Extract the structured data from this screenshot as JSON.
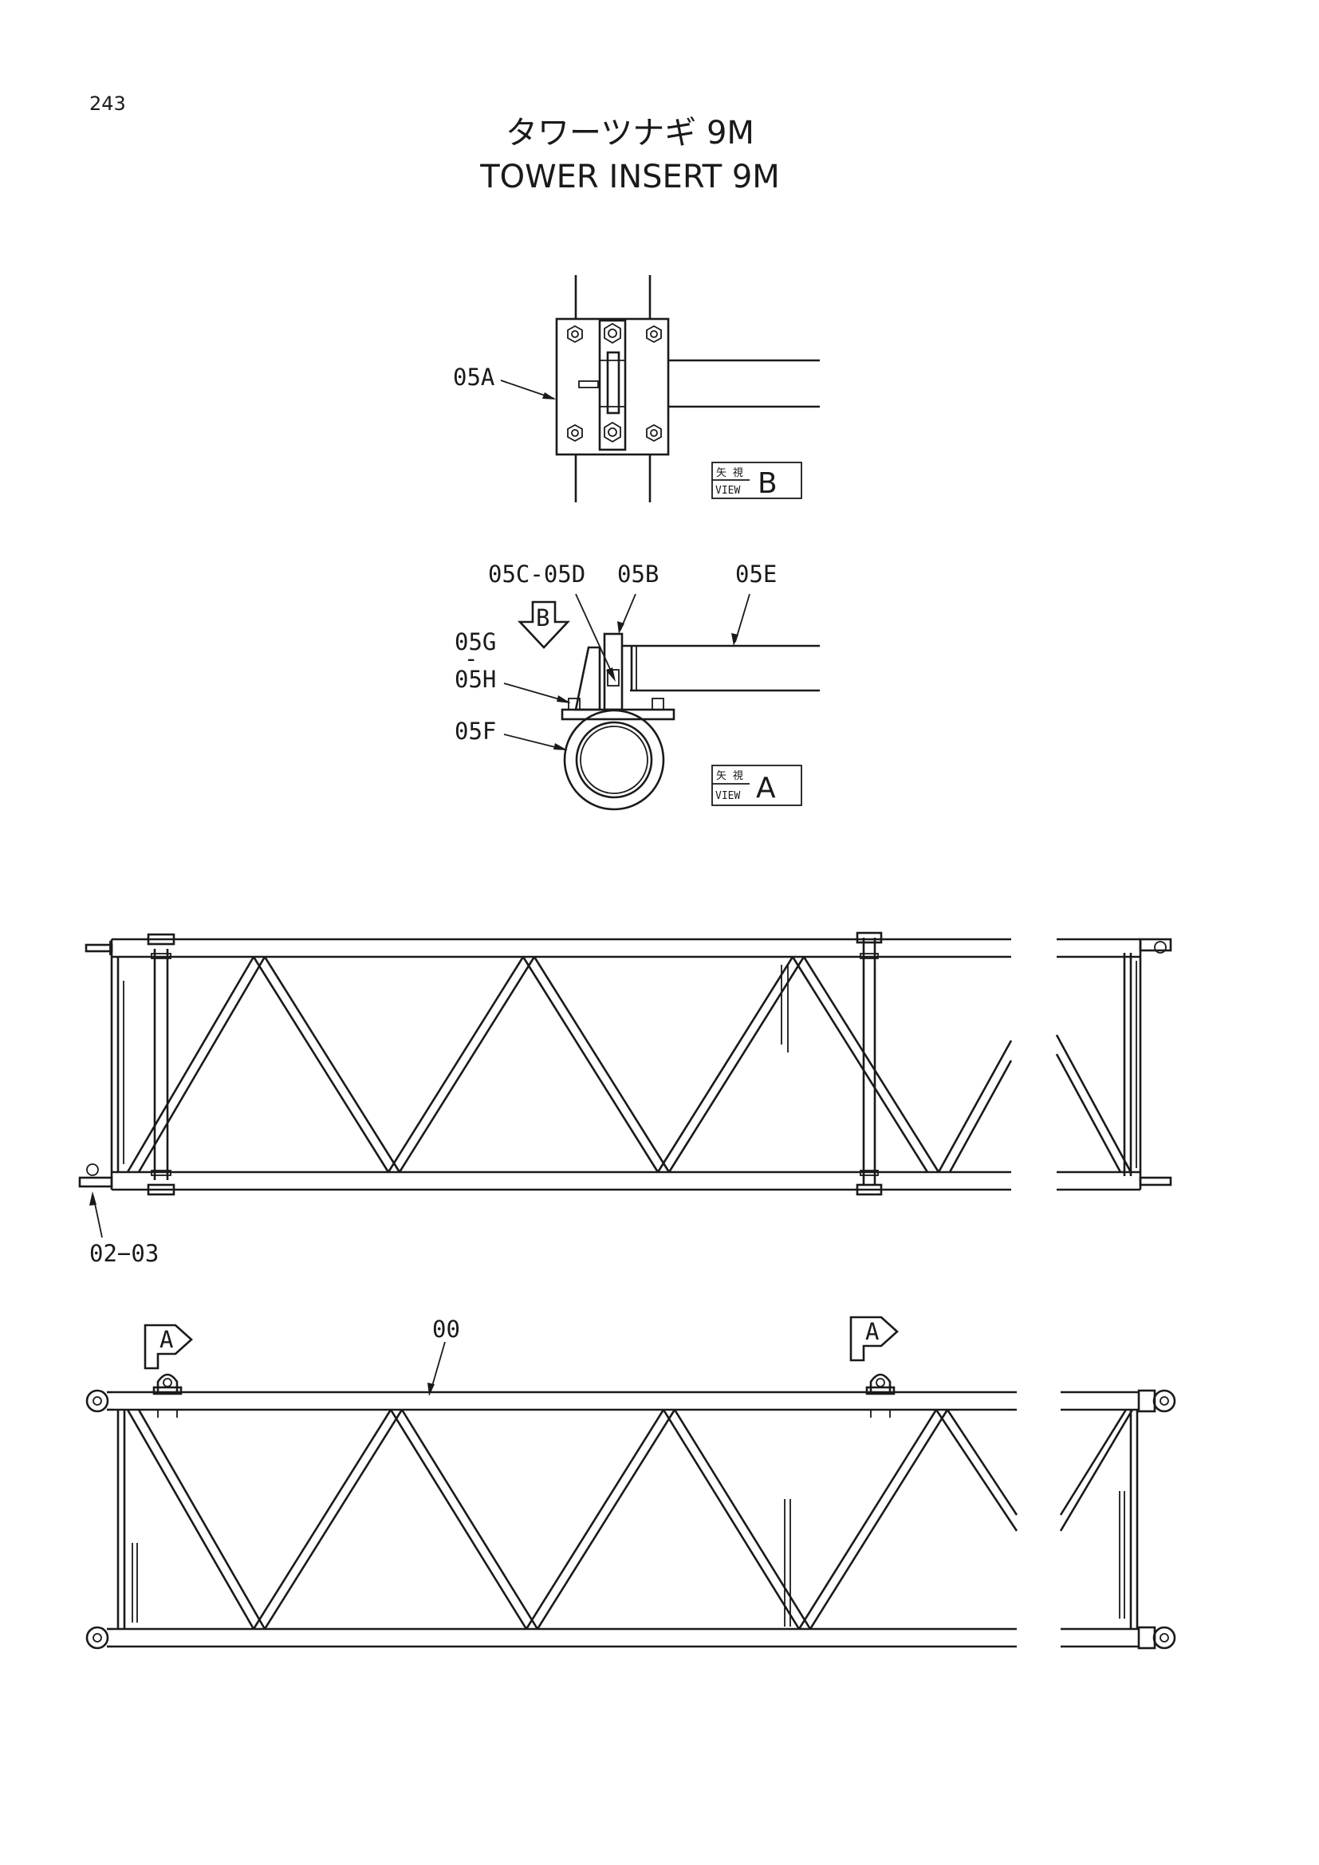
{
  "page_number": "243",
  "title_jp": "タワーツナギ 9M",
  "title_en": "TOWER INSERT 9M",
  "view_b": {
    "kanji": "矢 視",
    "word": "VIEW",
    "letter": "B"
  },
  "view_a": {
    "kanji": "矢 視",
    "word": "VIEW",
    "letter": "A"
  },
  "arrow_marker_b": "B",
  "arrow_marker_a": "A",
  "part_labels": {
    "p05a": "05A",
    "p05c_05d": "05C-05D",
    "p05b": "05B",
    "p05e": "05E",
    "p05g": "05G",
    "p05h": "05H",
    "p05f": "05F",
    "p02_03": "02−03",
    "p00": "00"
  },
  "range_dash": "-"
}
